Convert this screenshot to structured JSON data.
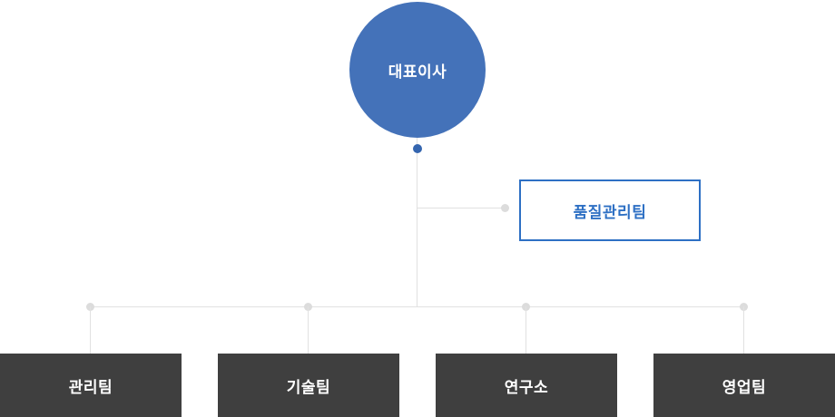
{
  "chart": {
    "type": "org-chart",
    "root": {
      "label": "대표이사"
    },
    "side_branch": {
      "label": "품질관리팀"
    },
    "departments": [
      {
        "label": "관리팀"
      },
      {
        "label": "기술팀"
      },
      {
        "label": "연구소"
      },
      {
        "label": "영업팀"
      }
    ]
  },
  "colors": {
    "root_circle": "#4472b9",
    "accent_blue": "#2e70c4",
    "connector_dot_blue": "#3465af",
    "department_box": "#3f3f3f",
    "connector_line": "#e1e1e1",
    "junction_dot": "#dcdcdc",
    "root_text": "#ffffff",
    "department_text": "#ffffff"
  }
}
